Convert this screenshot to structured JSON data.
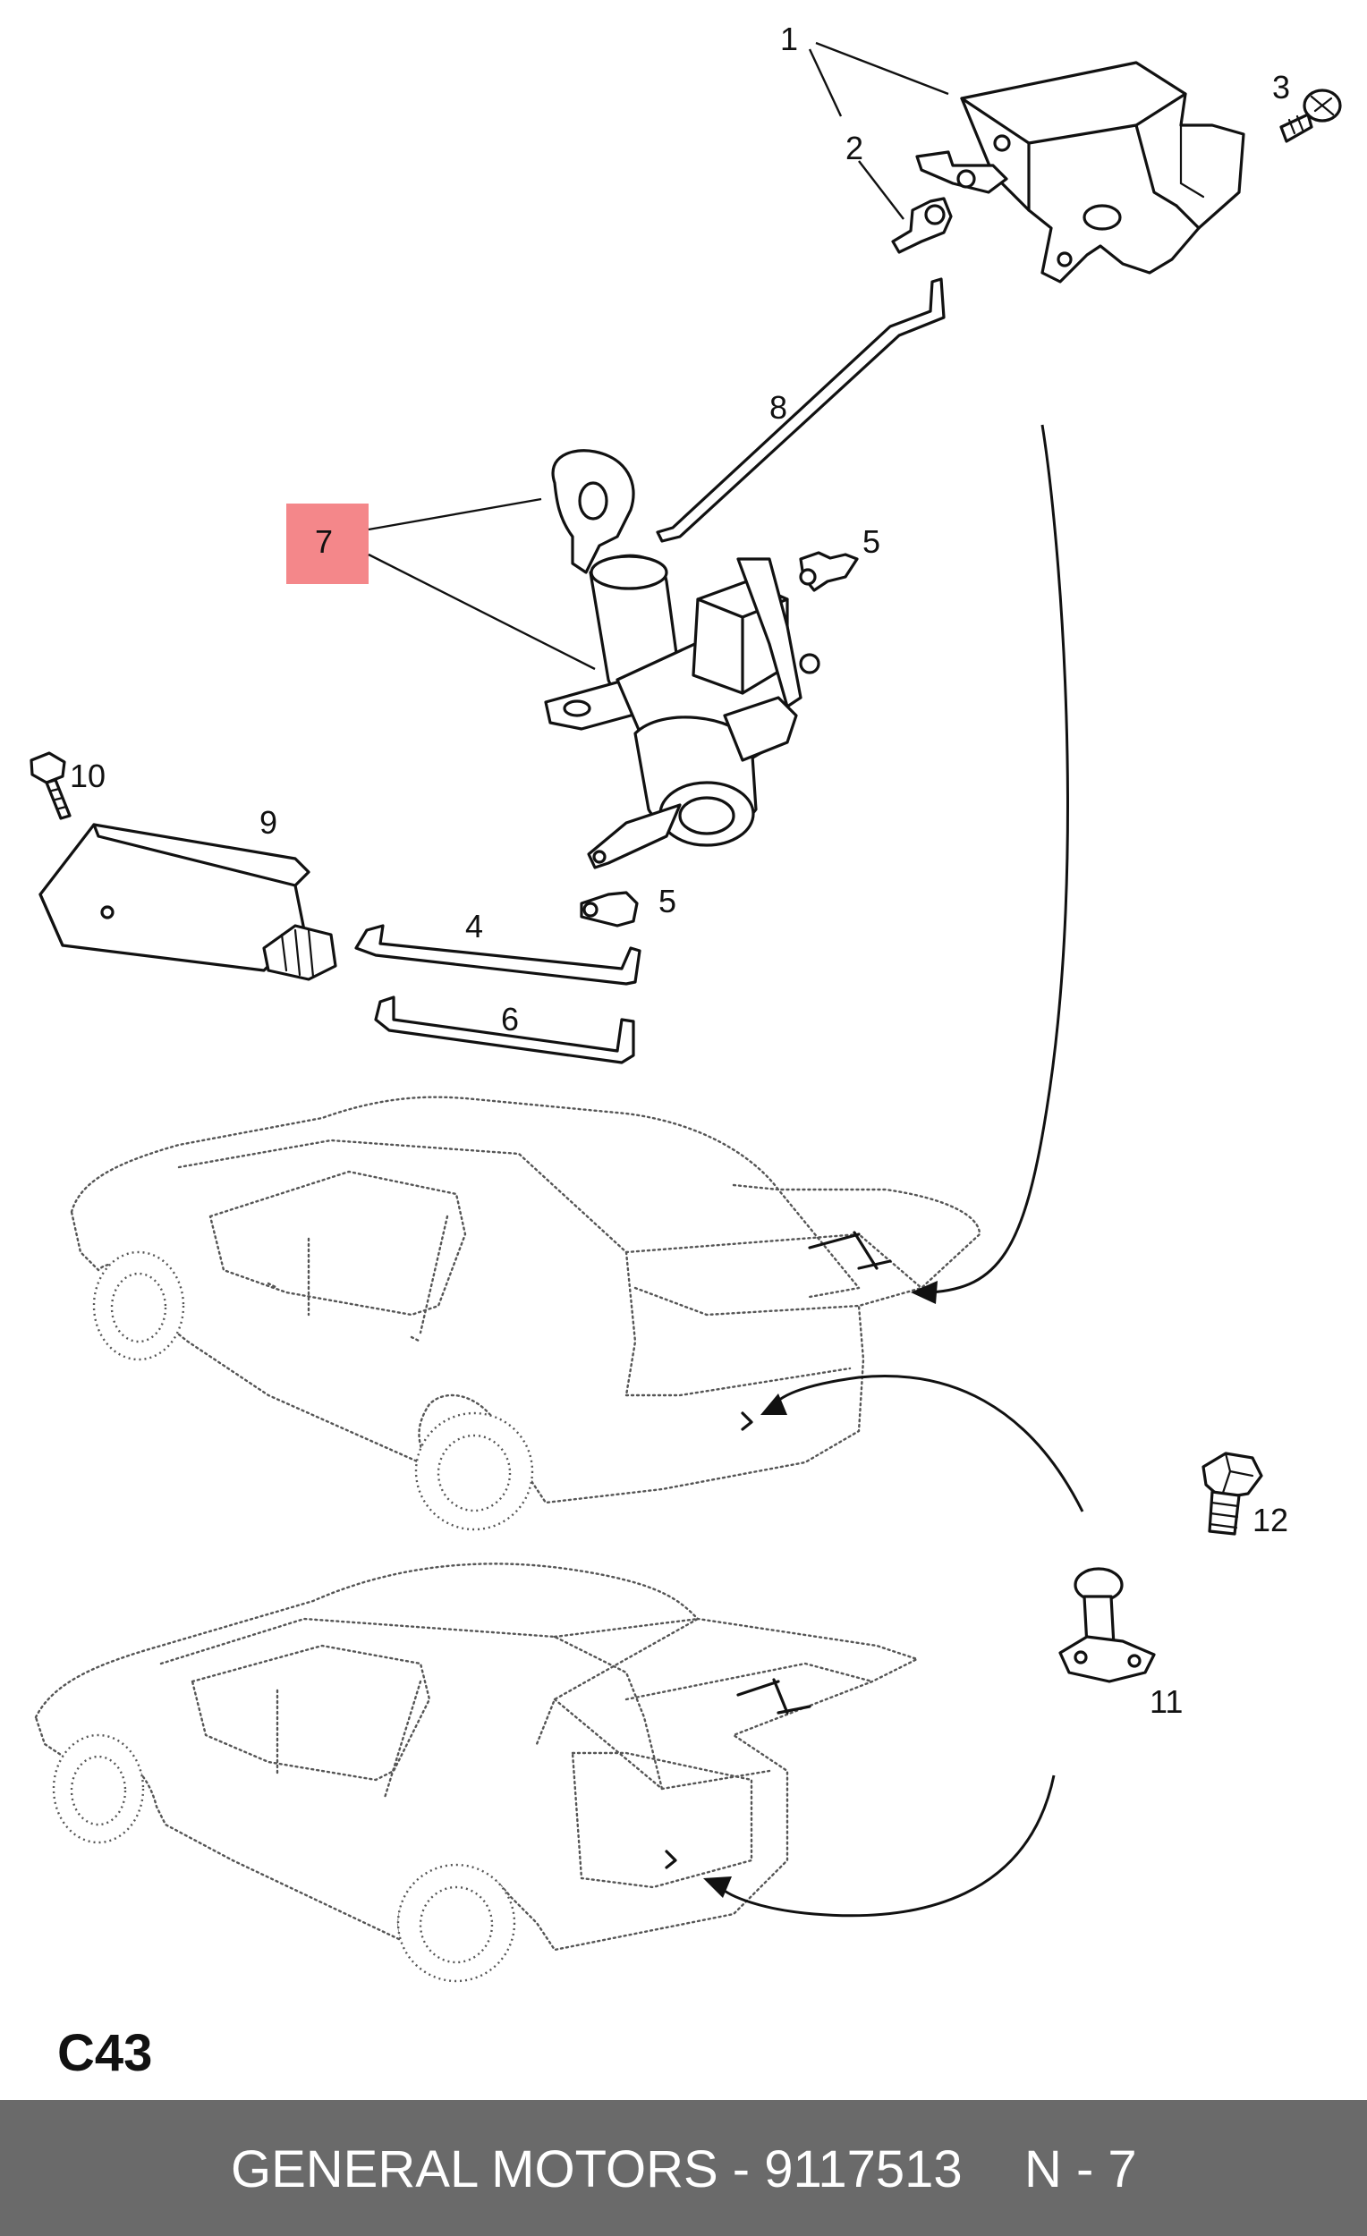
{
  "diagram": {
    "callouts": {
      "c1": "1",
      "c2": "2",
      "c3": "3",
      "c4": "4",
      "c5a": "5",
      "c5b": "5",
      "c6": "6",
      "c7": "7",
      "c8": "8",
      "c9": "9",
      "c10": "10",
      "c11": "11",
      "c12": "12"
    },
    "highlighted_part": "7",
    "highlight_color": "#f4878a",
    "section_code": "C43"
  },
  "footer": {
    "brand_part": "GENERAL MOTORS - 9117513",
    "page_ref": "N - 7",
    "background_color": "#6a6a6a"
  }
}
